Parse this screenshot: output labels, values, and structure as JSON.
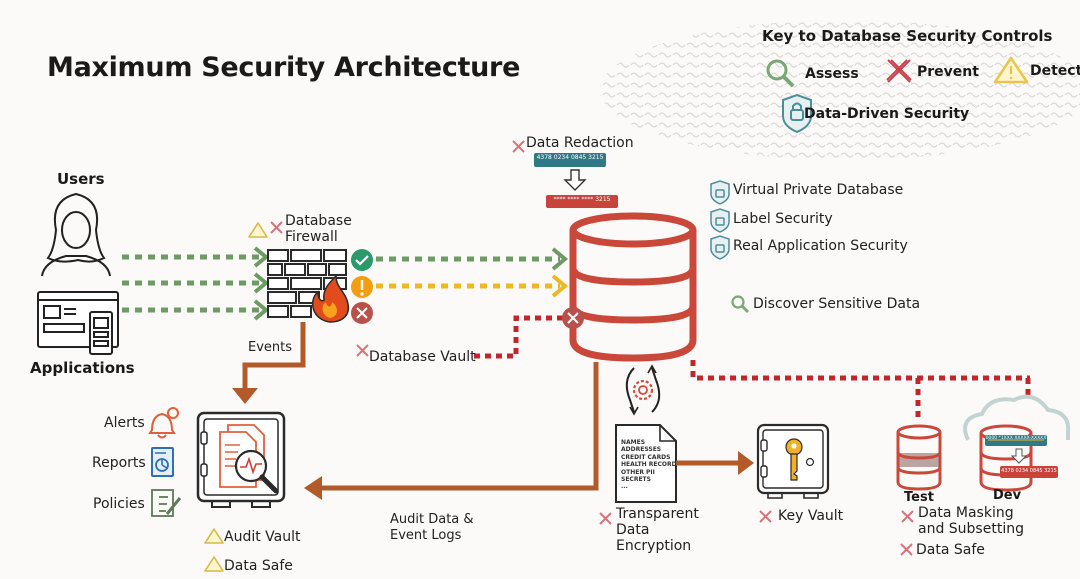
{
  "title": "Maximum Security Architecture",
  "key": {
    "title": "Key to Database Security Controls",
    "items": [
      {
        "label": "Assess",
        "icon": "magnifier-icon",
        "color": "#7aa874"
      },
      {
        "label": "Prevent",
        "icon": "x-icon",
        "color": "#c9424b"
      },
      {
        "label": "Detect",
        "icon": "warning-triangle-icon",
        "color": "#e9c64a"
      },
      {
        "label": "Data-Driven Security",
        "icon": "shield-lock-icon",
        "color": "#4d8d99"
      }
    ]
  },
  "sources": {
    "users": "Users",
    "applications": "Applications"
  },
  "firewall": {
    "label_line1": "Database",
    "label_line2": "Firewall",
    "events": "Events"
  },
  "redaction": {
    "label": "Data Redaction",
    "original": "4378 0234 0845 3215",
    "redacted": "**** **** **** 3215"
  },
  "database_controls": [
    {
      "label": "Virtual Private Database"
    },
    {
      "label": "Label Security"
    },
    {
      "label": "Real Application Security"
    }
  ],
  "discover": "Discover Sensitive Data",
  "vault": "Database Vault",
  "audit": {
    "items": [
      "Alerts",
      "Reports",
      "Policies"
    ],
    "audit_vault": "Audit Vault",
    "data_safe": "Data Safe",
    "flow_line1": "Audit Data &",
    "flow_line2": "Event Logs"
  },
  "document": {
    "lines": [
      "NAMES",
      "ADDRESSES",
      "CREDIT CARDS",
      "HEALTH RECORD",
      "OTHER PII",
      "SECRETS",
      "..."
    ]
  },
  "tde": {
    "line1": "Transparent",
    "line2": "Data",
    "line3": "Encryption"
  },
  "key_vault": "Key Vault",
  "envs": {
    "test": "Test",
    "dev": "Dev",
    "dev_top_card": "0000 *1XXX XXXXX-XXXXX",
    "dev_bottom_card": "4378 0234 0845 3215",
    "masking_line1": "Data Masking",
    "masking_line2": "and Subsetting",
    "data_safe": "Data Safe"
  },
  "colors": {
    "db_red": "#c9483a",
    "flow_green": "#6e9a63",
    "flow_yellow": "#f0b81e",
    "flow_red": "#c2262b",
    "audit_brown": "#b35a2b",
    "teal": "#2f7a86"
  }
}
